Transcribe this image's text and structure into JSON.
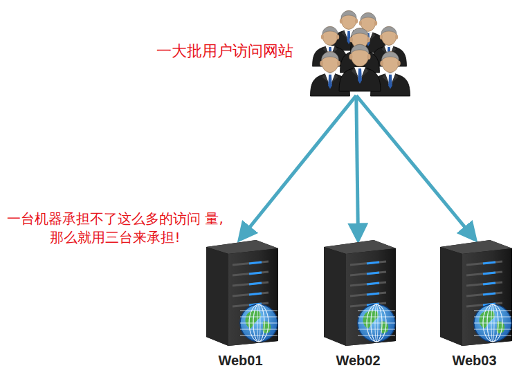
{
  "diagram": {
    "nodes": [
      {
        "text": [
          "一大批用户访问网站"
        ]
      },
      {
        "text": [
          "Web01"
        ]
      },
      {
        "text": [
          "Web02"
        ]
      },
      {
        "text": [
          "Web03"
        ]
      }
    ],
    "edges": [
      {
        "from": 0,
        "to": 1,
        "arrow": "to"
      },
      {
        "from": 0,
        "to": 2,
        "arrow": "to"
      },
      {
        "from": 0,
        "to": 3,
        "arrow": "to"
      }
    ],
    "labels": [
      "一台机器承担不了这么多的访问 量,那么就用三台来承担!"
    ]
  }
}
